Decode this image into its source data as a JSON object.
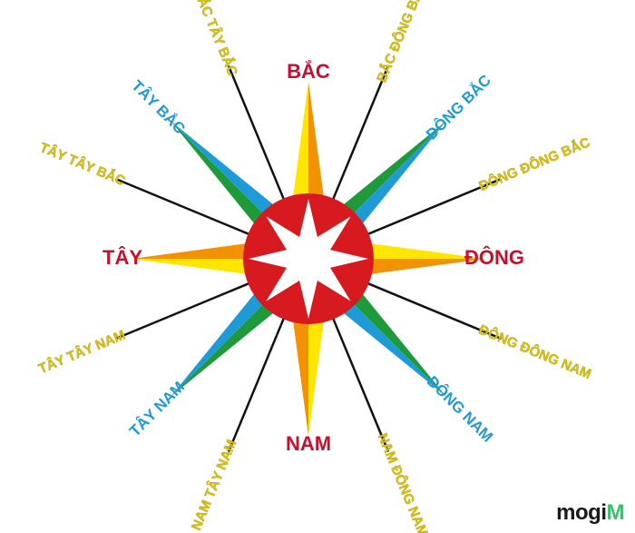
{
  "compass": {
    "directions": [
      {
        "key": "N",
        "label": "BẮC",
        "rank": "main"
      },
      {
        "key": "NNE",
        "label": "BẮC ĐÔNG BẮC",
        "rank": "third"
      },
      {
        "key": "NE",
        "label": "ĐÔNG BẮC",
        "rank": "inter"
      },
      {
        "key": "ENE",
        "label": "ĐÔNG ĐÔNG BẮC",
        "rank": "third"
      },
      {
        "key": "E",
        "label": "ĐÔNG",
        "rank": "main"
      },
      {
        "key": "ESE",
        "label": "ĐÔNG ĐÔNG NAM",
        "rank": "third"
      },
      {
        "key": "SE",
        "label": "ĐÔNG NAM",
        "rank": "inter"
      },
      {
        "key": "SSE",
        "label": "NAM ĐÔNG NAM",
        "rank": "third"
      },
      {
        "key": "S",
        "label": "NAM",
        "rank": "main"
      },
      {
        "key": "SSW",
        "label": "NAM TÂY NAM",
        "rank": "third"
      },
      {
        "key": "SW",
        "label": "TÂY NAM",
        "rank": "inter"
      },
      {
        "key": "WSW",
        "label": "TÂY TÂY NAM",
        "rank": "third"
      },
      {
        "key": "W",
        "label": "TÂY",
        "rank": "main"
      },
      {
        "key": "WNW",
        "label": "TÂY TÂY BẮC",
        "rank": "third"
      },
      {
        "key": "NW",
        "label": "TÂY BẮC",
        "rank": "inter"
      },
      {
        "key": "NNW",
        "label": "BẮC TÂY BẮC",
        "rank": "third"
      }
    ],
    "colors": {
      "main_label": "#c8102e",
      "inter_label": "#1e9bd7",
      "third_label": "#d7c21e",
      "yellow": "#ffe600",
      "orange": "#f39200",
      "green": "#1e9a3a",
      "blue": "#1e9bd7",
      "center_red": "#d71920",
      "center_star": "#ffffff",
      "line": "#111111"
    }
  },
  "branding": {
    "logo_text": "mogi",
    "logo_mark": "M"
  }
}
